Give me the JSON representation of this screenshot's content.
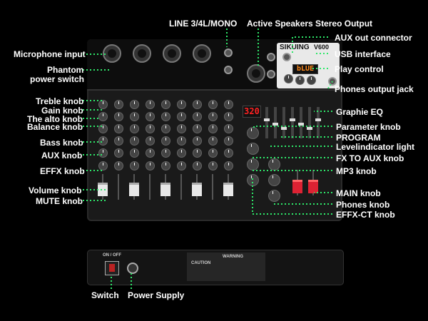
{
  "labels": {
    "line34": "LINE 3/4L/MONO",
    "active_speakers": "Active Speakers Stereo Output",
    "aux_out": "AUX out connector",
    "usb": "USB interface",
    "play_control": "Play control",
    "phones_jack": "Phones output jack",
    "mic_input": "Microphone input",
    "phantom_1": "Phantom",
    "phantom_2": "power switch",
    "treble": "Treble knob",
    "gain": "Gain knob",
    "alto": "The alto knob",
    "balance": "Balance knob",
    "bass": "Bass knob",
    "aux": "AUX knob",
    "effx": "EFFX knob",
    "volume": "Volume knob",
    "mute": "MUTE knob",
    "graphic_eq": "Graphie EQ",
    "parameter": "Parameter knob",
    "program": "PROGRAM",
    "level_light": "Levelindicator light",
    "fx_to_aux": "FX TO AUX knob",
    "mp3": "MP3 knob",
    "main": "MAIN knob",
    "phones_knob": "Phones knob",
    "effx_ct": "EFFX-CT knob",
    "switch": "Switch",
    "power_supply": "Power Supply"
  },
  "device": {
    "brand": "SIKUING",
    "model": "V600",
    "player_display": "bLUE",
    "eq_display": "320",
    "on_off": "ON / OFF",
    "warning": "WARNING",
    "caution": "CAUTION"
  },
  "colors": {
    "label_text": "#ffffff",
    "dot_line": "#2ee86a",
    "background": "#000000",
    "display_orange": "#ff8a1c",
    "display_red": "#ff2222",
    "fader_red": "#dd2233"
  }
}
